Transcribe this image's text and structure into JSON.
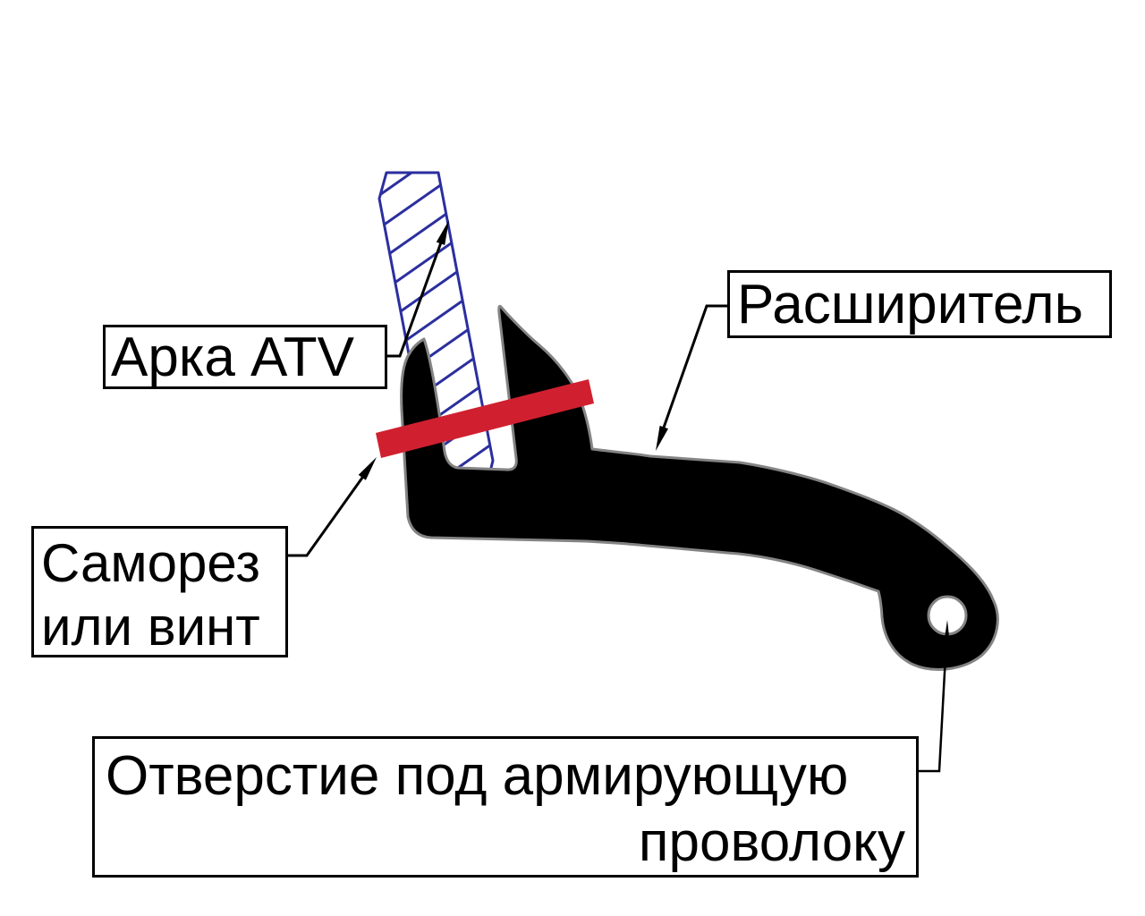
{
  "labels": {
    "arch": "Арка ATV",
    "expander": "Расширитель",
    "screw_line1": "Саморез",
    "screw_line2": "или винт",
    "hole_line1": "Отверстие под армирующую",
    "hole_line2": "проволоку"
  },
  "colors": {
    "screw_red": "#d02030",
    "hatch_blue": "#2b2f9e",
    "outline_gray": "#848484",
    "line_black": "#000000",
    "background": "#ffffff"
  }
}
